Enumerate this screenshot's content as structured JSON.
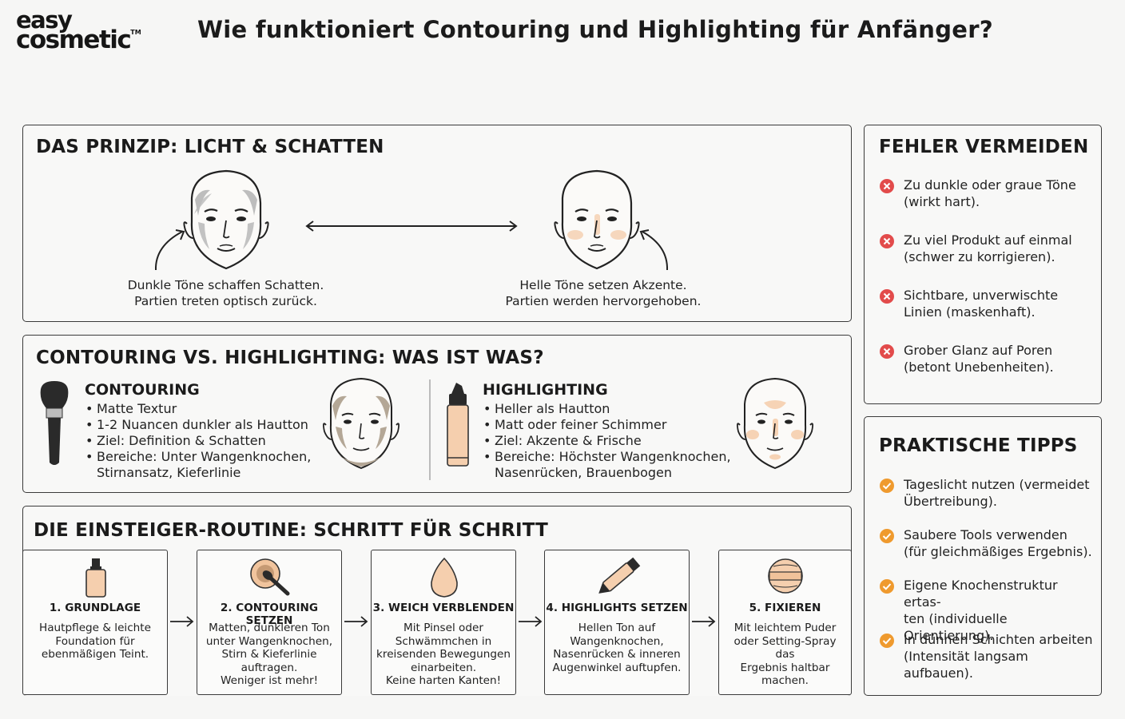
{
  "header": {
    "logo_line1": "easy",
    "logo_line2": "cosmetic",
    "logo_tm": "TM",
    "title": "Wie funktioniert Contouring und Highlighting für Anfänger?"
  },
  "principle": {
    "title": "DAS PRINZIP: LICHT & SCHATTEN",
    "left_caption_1": "Dunkle Töne schaffen Schatten.",
    "left_caption_2": "Partien treten optisch zurück.",
    "right_caption_1": "Helle Töne setzen Akzente.",
    "right_caption_2": "Partien werden hervorgehoben."
  },
  "versus": {
    "title": "CONTOURING VS. HIGHLIGHTING: WAS IST WAS?",
    "contouring": {
      "heading": "CONTOURING",
      "bullets": [
        "Matte Textur",
        "1-2 Nuancen dunkler als Hautton",
        "Ziel: Definition & Schatten",
        "Bereiche: Unter Wangenknochen,"
      ],
      "bullet_cont": "Stirnansatz, Kieferlinie"
    },
    "highlighting": {
      "heading": "HIGHLIGHTING",
      "bullets": [
        "Heller als Hautton",
        "Matt oder feiner Schimmer",
        "Ziel: Akzente & Frische",
        "Bereiche: Höchster Wangenknochen,"
      ],
      "bullet_cont": "Nasenrücken, Brauenbogen"
    }
  },
  "routine": {
    "title": "DIE EINSTEIGER-ROUTINE: SCHRITT FÜR SCHRITT",
    "steps": [
      {
        "title": "1. GRUNDLAGE",
        "lines": [
          "Hautpflege & leichte",
          "Foundation für",
          "ebenmäßigen Teint."
        ],
        "icon": "foundation-bottle-icon"
      },
      {
        "title": "2. CONTOURING SETZEN",
        "lines": [
          "Matten, dunkleren Ton",
          "unter Wangenknochen,",
          "Stirn & Kieferlinie",
          "auftragen.",
          "Weniger ist mehr!"
        ],
        "icon": "brush-powder-icon"
      },
      {
        "title": "3. WEICH VERBLENDEN",
        "lines": [
          "Mit Pinsel oder",
          "Schwämmchen in",
          "kreisenden Bewegungen",
          "einarbeiten.",
          "Keine harten Kanten!"
        ],
        "icon": "sponge-icon"
      },
      {
        "title": "4. HIGHLIGHTS SETZEN",
        "lines": [
          "Hellen Ton auf",
          "Wangenknochen,",
          "Nasenrücken & inneren",
          "Augenwinkel auftupfen."
        ],
        "icon": "highlighter-stick-icon"
      },
      {
        "title": "5. FIXIEREN",
        "lines": [
          "Mit leichtem Puder",
          "oder Setting-Spray das",
          "Ergebnis haltbar",
          "machen."
        ],
        "icon": "powder-puff-icon"
      }
    ]
  },
  "mistakes": {
    "title": "FEHLER VERMEIDEN",
    "items": [
      [
        "Zu dunkle oder graue Töne",
        "(wirkt hart)."
      ],
      [
        "Zu viel Produkt auf einmal",
        "(schwer zu korrigieren)."
      ],
      [
        "Sichtbare, unverwischte",
        "Linien (maskenhaft)."
      ],
      [
        "Grober Glanz auf Poren",
        "(betont Unebenheiten)."
      ]
    ]
  },
  "tips": {
    "title": "PRAKTISCHE TIPPS",
    "items": [
      [
        "Tageslicht nutzen (vermeidet",
        "Übertreibung)."
      ],
      [
        "Saubere Tools verwenden",
        "(für gleichmäßiges Ergebnis)."
      ],
      [
        "Eigene Knochenstruktur ertas-",
        "ten (individuelle Orientierung)."
      ],
      [
        "In dünnen Schichten arbeiten",
        "(Intensität langsam aufbauen)."
      ]
    ]
  },
  "colors": {
    "skin": "#f5cfae",
    "shadow": "#c4b8aa",
    "error_red": "#e24b4b",
    "check_orange": "#ef9a2e"
  }
}
